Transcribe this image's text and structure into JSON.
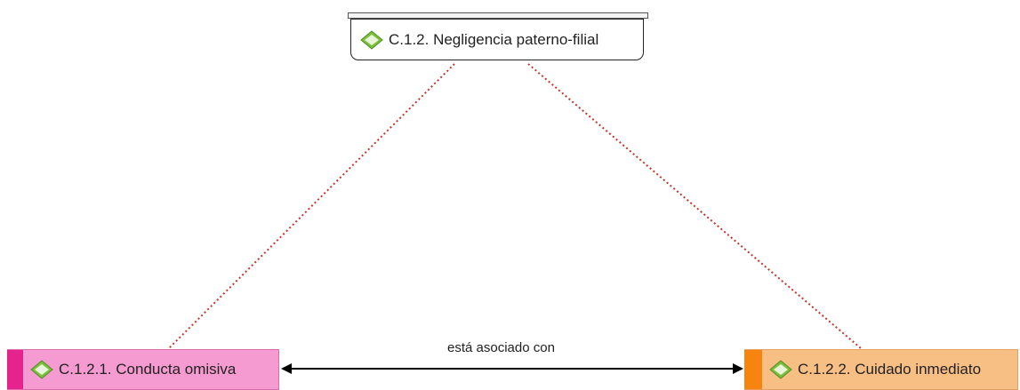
{
  "nodes": {
    "top": {
      "label": "C.1.2. Negligencia paterno-filial",
      "icon": "diamond-code-icon"
    },
    "left": {
      "label": "C.1.2.1. Conducta omisiva",
      "icon": "diamond-code-icon",
      "color": "#f59bd1",
      "stripe_color": "#e4238c"
    },
    "right": {
      "label": "C.1.2.2. Cuidado inmediato",
      "icon": "diamond-code-icon",
      "color": "#f8bf85",
      "stripe_color": "#f7840f"
    }
  },
  "edges": {
    "parent_link_color": "#c0392b",
    "relation": {
      "label": "está asociado con",
      "from": "left",
      "to": "right",
      "bidirectional": true
    }
  }
}
